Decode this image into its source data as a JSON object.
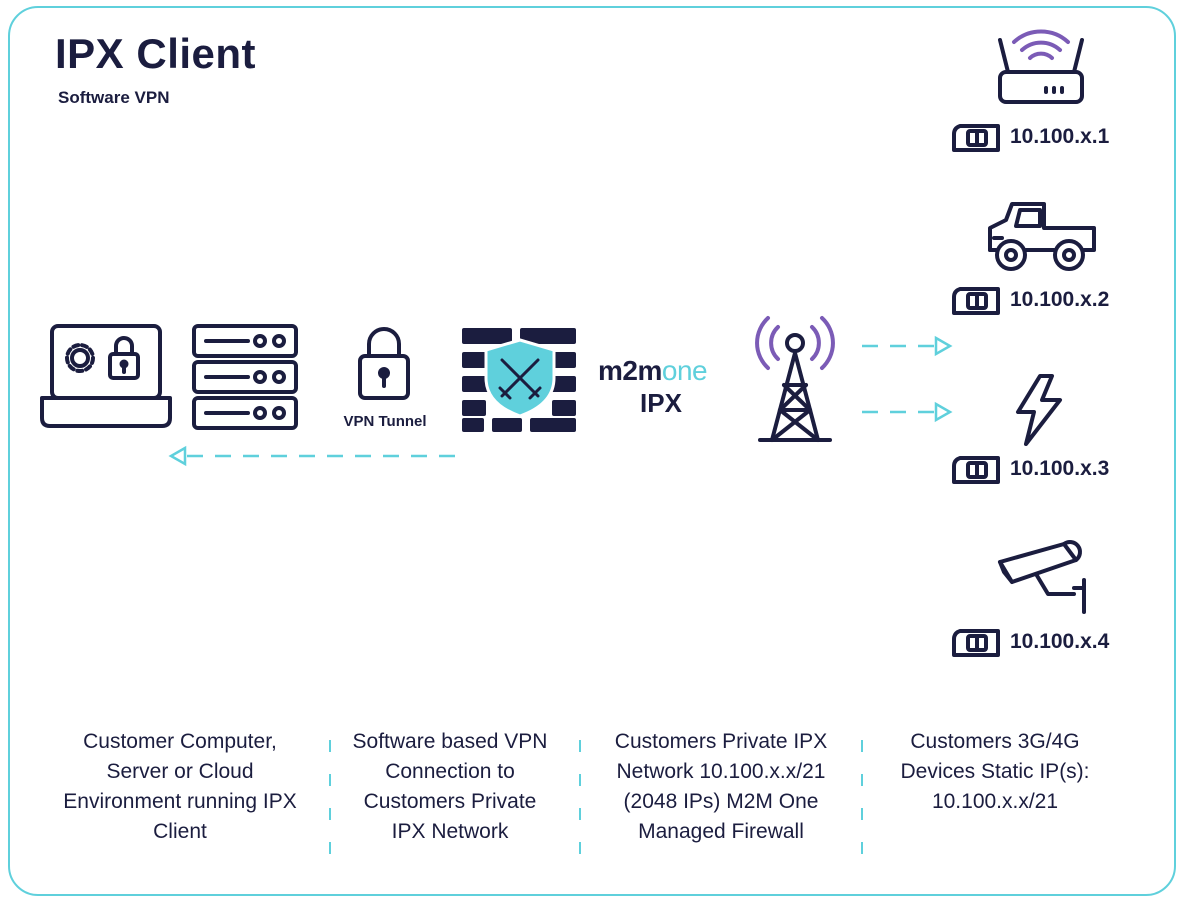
{
  "header": {
    "title": "IPX Client",
    "subtitle": "Software VPN"
  },
  "diagram": {
    "vpn_label": "VPN Tunnel",
    "brand_prefix": "m2m",
    "brand_suffix": "one",
    "network_label": "IPX",
    "icons": [
      "laptop-lock-icon",
      "server-rack-icon",
      "padlock-icon",
      "firewall-icon",
      "cell-tower-icon",
      "router-icon",
      "truck-icon",
      "lightning-icon",
      "security-camera-icon",
      "sim-card-icon"
    ],
    "devices": [
      {
        "icon": "router-icon",
        "ip": "10.100.x.1"
      },
      {
        "icon": "truck-icon",
        "ip": "10.100.x.2"
      },
      {
        "icon": "lightning-icon",
        "ip": "10.100.x.3"
      },
      {
        "icon": "security-camera-icon",
        "ip": "10.100.x.4"
      }
    ],
    "colors": {
      "navy": "#1b1d3f",
      "teal": "#5fd0dc",
      "purple": "#7b5bb6"
    }
  },
  "columns": [
    "Customer Computer, Server or Cloud Environment running IPX Client",
    "Software based VPN Connection to Customers Private IPX Network",
    "Customers Private IPX Network 10.100.x.x/21 (2048 IPs) M2M One Managed Firewall",
    "Customers 3G/4G Devices Static IP(s): 10.100.x.x/21"
  ]
}
